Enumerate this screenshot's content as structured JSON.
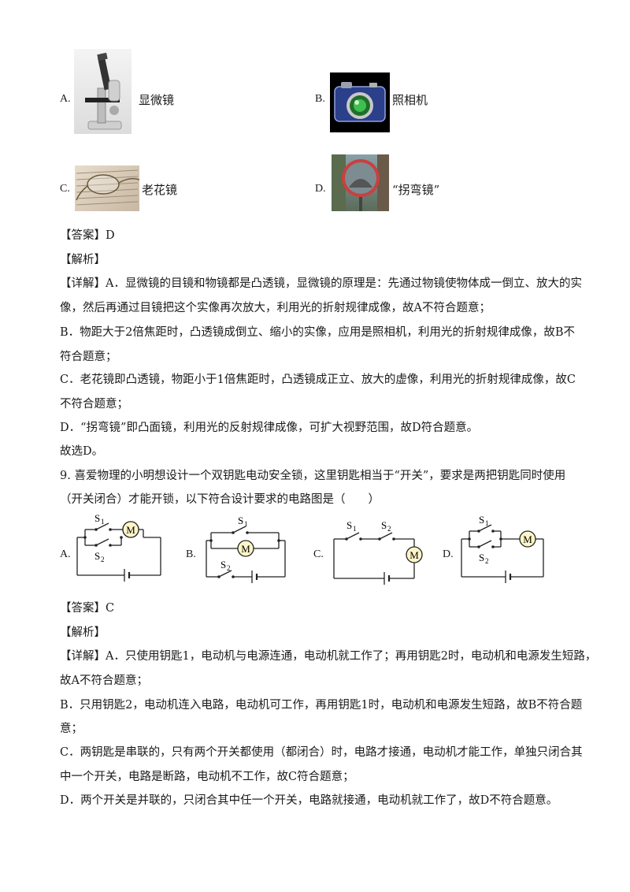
{
  "q8_options": [
    {
      "letter": "A.",
      "text": "显微镜",
      "image": "microscope"
    },
    {
      "letter": "B.",
      "text": "照相机",
      "image": "camera"
    },
    {
      "letter": "C.",
      "text": "老花镜",
      "image": "reading-glasses"
    },
    {
      "letter": "D.",
      "text": "“拐弯镜”",
      "image": "convex-mirror"
    }
  ],
  "q8_answer": "【答案】D",
  "q8_analysis_label": "【解析】",
  "q8_detail": [
    "【详解】A．显微镜的目镜和物镜都是凸透镜，显微镜的原理是：先通过物镜使物体成一倒立、放大的实",
    "像，然后再通过目镜把这个实像再次放大，利用光的折射规律成像，故A不符合题意；",
    "B．物距大于2倍焦距时，凸透镜成倒立、缩小的实像，应用是照相机，利用光的折射规律成像，故B不",
    "符合题意；",
    "C．老花镜即凸透镜，物距小于1倍焦距时，凸透镜成正立、放大的虚像，利用光的折射规律成像，故C",
    "不符合题意；",
    "D．“拐弯镜”即凸面镜，利用光的反射规律成像，可扩大视野范围，故D符合题意。",
    "故选D。"
  ],
  "q9_stem": [
    "9. 喜爱物理的小明想设计一个双钥匙电动安全锁，这里钥匙相当于“开关”，要求是两把钥匙同时使用",
    "（开关闭合）才能开锁，以下符合设计要求的电路图是（　　）"
  ],
  "q9_circuits": [
    {
      "letter": "A.",
      "s1": "S",
      "s1_sub": "1",
      "s2": "S",
      "s2_sub": "2",
      "motor": "M"
    },
    {
      "letter": "B.",
      "s1": "S",
      "s1_sub": "1",
      "s2": "S",
      "s2_sub": "2",
      "motor": "M"
    },
    {
      "letter": "C.",
      "s1": "S",
      "s1_sub": "1",
      "s2": "S",
      "s2_sub": "2",
      "motor": "M"
    },
    {
      "letter": "D.",
      "s1": "S",
      "s1_sub": "1",
      "s2": "S",
      "s2_sub": "2",
      "motor": "M"
    }
  ],
  "q9_answer": "【答案】C",
  "q9_analysis_label": "【解析】",
  "q9_detail": [
    "【详解】A．只使用钥匙1，电动机与电源连通，电动机就工作了；再用钥匙2时，电动机和电源发生短路，",
    "故A不符合题意；",
    "B．只用钥匙2，电动机连入电路，电动机可工作，再用钥匙1时，电动机和电源发生短路，故B不符合题",
    "意；",
    "C．两钥匙是串联的，只有两个开关都使用（都闭合）时，电路才接通，电动机才能工作，单独只闭合其",
    "中一个开关，电路是断路，电动机不工作，故C符合题意；",
    "D．两个开关是并联的，只闭合其中任一个开关，电路就接通，电动机就工作了，故D不符合题意。"
  ]
}
